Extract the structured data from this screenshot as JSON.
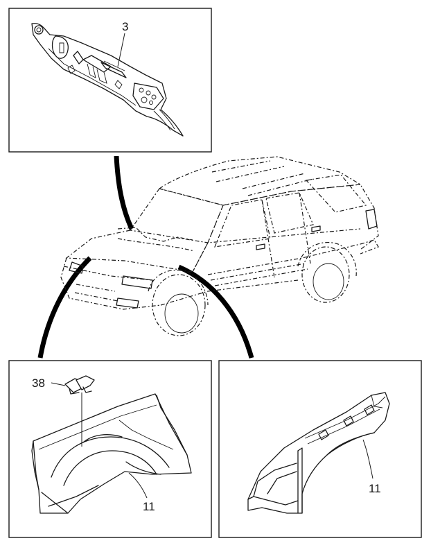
{
  "callouts": {
    "top_panel_part": "3",
    "left_clip_part": "38",
    "left_liner_part": "11",
    "right_liner_part": "11"
  }
}
